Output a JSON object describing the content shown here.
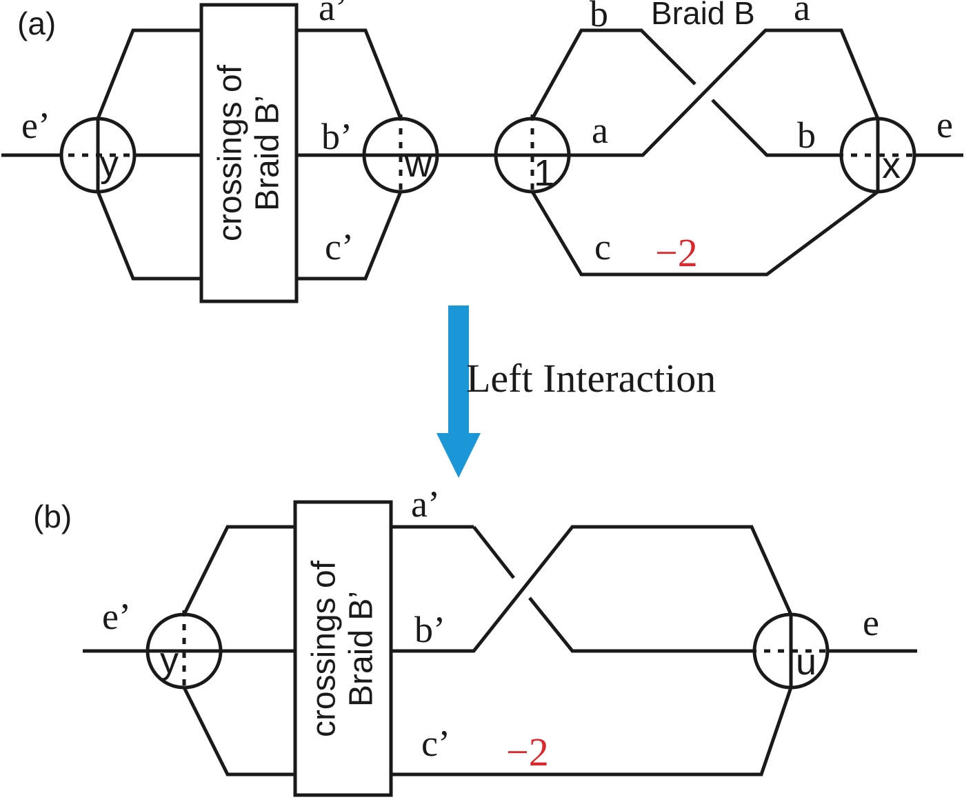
{
  "colors": {
    "ink": "#1a1a1a",
    "highlight_red": "#d9282e",
    "arrow_blue": "#1b96d7",
    "background": "#ffffff"
  },
  "panel_a": {
    "tag": "(a)",
    "braid_title": "Braid B",
    "box_line1": "crossings of",
    "box_line2": "Braid B’",
    "weight": "−2",
    "e_prime": "e’",
    "a_prime": "a’",
    "b_prime": "b’",
    "c_prime": "c’",
    "b_top": "b",
    "a_mid": "a",
    "c_bot": "c",
    "a_right": "a",
    "b_right": "b",
    "e": "e",
    "node_y": "y",
    "node_w": "w",
    "node_1": "1",
    "node_x": "x"
  },
  "arrow": {
    "label": "Left Interaction"
  },
  "panel_b": {
    "tag": "(b)",
    "box_line1": "crossings of",
    "box_line2": "Braid B’",
    "weight": "−2",
    "e_prime": "e’",
    "a_prime": "a’",
    "b_prime": "b’",
    "c_prime": "c’",
    "e": "e",
    "node_y": "y",
    "node_u": "u"
  }
}
